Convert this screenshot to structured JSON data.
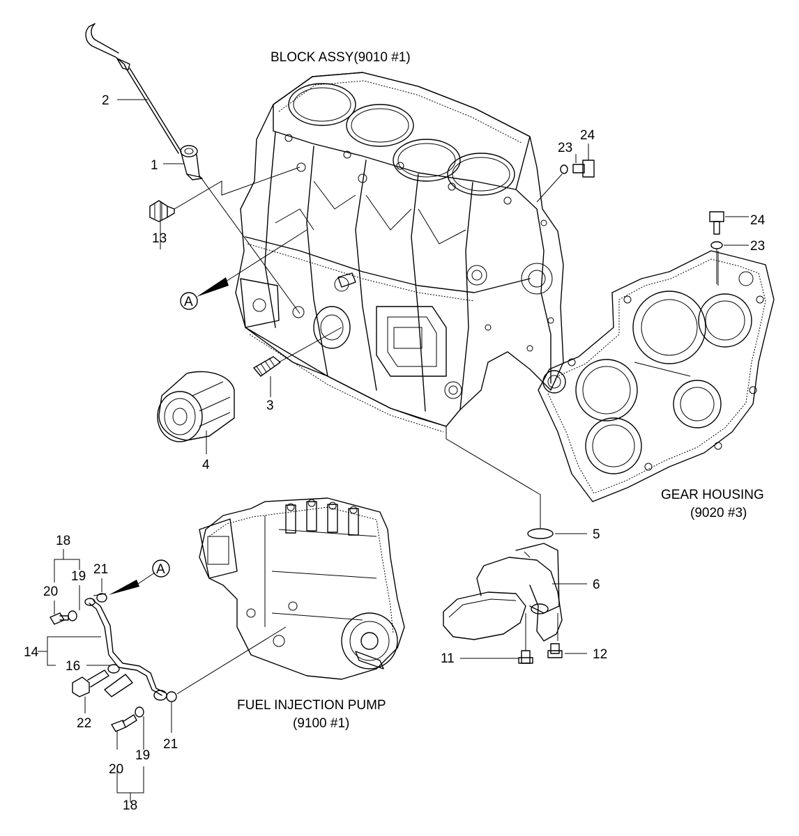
{
  "titles": {
    "block": "BLOCK ASSY(9010 #1)",
    "gear_1": "GEAR HOUSING",
    "gear_2": "(9020 #3)",
    "pump_1": "FUEL INJECTION PUMP",
    "pump_2": "(9100 #1)"
  },
  "refs": {
    "a1": "A",
    "a2": "A"
  },
  "callouts": {
    "c1": "1",
    "c2": "2",
    "c3": "3",
    "c4": "4",
    "c5": "5",
    "c6": "6",
    "c11": "11",
    "c12": "12",
    "c13": "13",
    "c14": "14",
    "c16": "16",
    "c18a": "18",
    "c18b": "18",
    "c19a": "19",
    "c19b": "19",
    "c20a": "20",
    "c20b": "20",
    "c21a": "21",
    "c21b": "21",
    "c22": "22",
    "c23a": "23",
    "c23b": "23",
    "c24a": "24",
    "c24b": "24"
  }
}
